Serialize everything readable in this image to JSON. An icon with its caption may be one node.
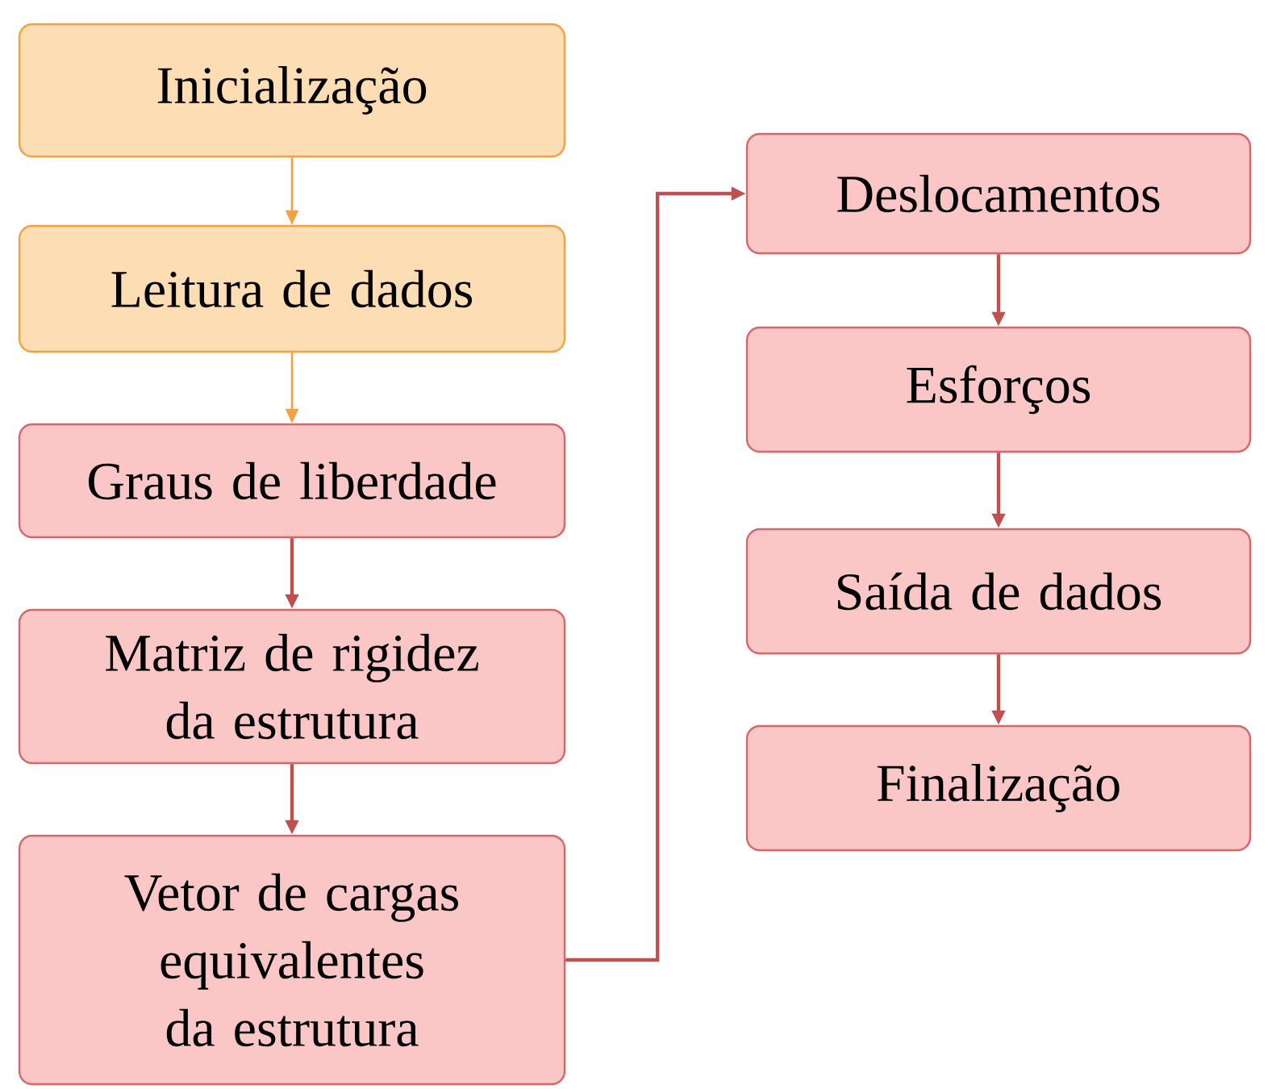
{
  "diagram": {
    "nodes": [
      {
        "text": [
          "Inicialização"
        ]
      },
      {
        "text": [
          "Leitura de dados"
        ]
      },
      {
        "text": [
          "Graus de liberdade"
        ]
      },
      {
        "text": [
          "Matriz de rigidez da estrutura"
        ]
      },
      {
        "text": [
          "Vetor de cargas equivalentes da estrutura"
        ]
      },
      {
        "text": [
          "Deslocamentos"
        ]
      },
      {
        "text": [
          "Esforços"
        ]
      },
      {
        "text": [
          "Saída de dados"
        ]
      },
      {
        "text": [
          "Finalização"
        ]
      }
    ],
    "edges": [
      {
        "from": 0,
        "to": 1,
        "arrow": "to",
        "color": "#f5a142"
      },
      {
        "from": 1,
        "to": 2,
        "arrow": "to",
        "color": "#f5a142"
      },
      {
        "from": 2,
        "to": 3,
        "arrow": "to"
      },
      {
        "from": 3,
        "to": 4,
        "arrow": "to"
      },
      {
        "from": 4,
        "to": 5,
        "arrow": "to"
      },
      {
        "from": 5,
        "to": 6,
        "arrow": "to"
      },
      {
        "from": 6,
        "to": 7,
        "arrow": "to"
      },
      {
        "from": 7,
        "to": 8,
        "arrow": "to"
      }
    ]
  }
}
